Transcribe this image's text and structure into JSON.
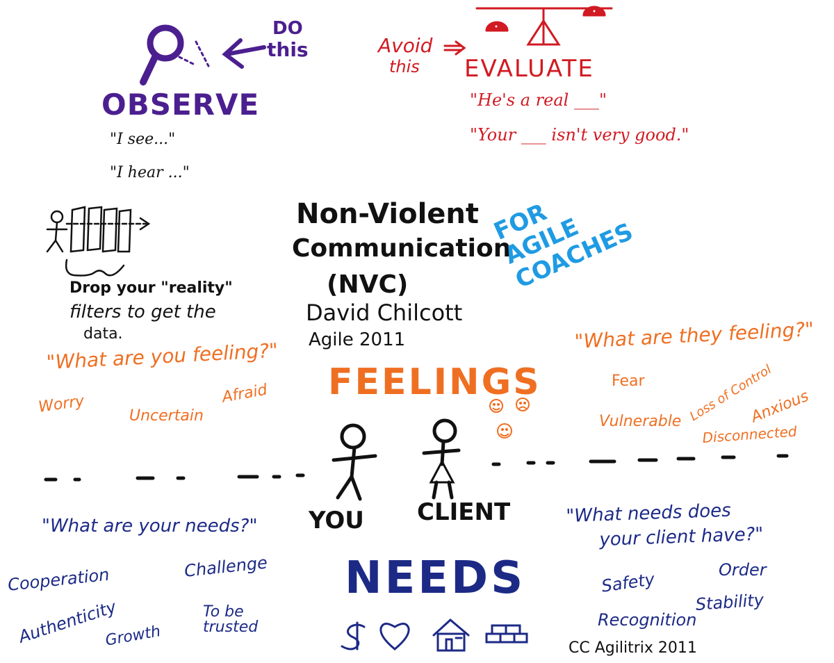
{
  "observe": {
    "heading": "OBSERVE",
    "pointer": [
      "DO",
      "this"
    ],
    "phrases": [
      "\"I see...\"",
      "\"I hear ...\""
    ],
    "icon": "magnifying-glass-icon"
  },
  "evaluate": {
    "heading": "EVALUATE",
    "pointer": [
      "Avoid",
      "this"
    ],
    "phrases": [
      "\"He's a real ___\"",
      "\"Your ___ isn't very good.\""
    ],
    "icon": "balance-scale-icon"
  },
  "filters": {
    "note": [
      "Drop your \"reality\"",
      "filters to get the",
      "data."
    ],
    "icon": "stick-figure-filters-icon"
  },
  "title": {
    "lines": [
      "Non-Violent",
      "Communication",
      "(NVC)"
    ],
    "author": "David Chilcott",
    "event": "Agile 2011"
  },
  "audience": [
    "FOR",
    "AGILE",
    "COACHES"
  ],
  "feelings": {
    "heading": "FEELINGS",
    "you_question": "\"What are you feeling?\"",
    "you_words": [
      "Worry",
      "Uncertain",
      "Afraid"
    ],
    "they_question": "\"What are they feeling?\"",
    "they_words": [
      "Fear",
      "Loss of Control",
      "Vulnerable",
      "Anxious",
      "Disconnected"
    ],
    "icon": "emotion-faces-icon"
  },
  "people": {
    "you": "YOU",
    "client": "CLIENT"
  },
  "needs": {
    "heading": "NEEDS",
    "you_question": "\"What are your needs?\"",
    "you_words": [
      "Cooperation",
      "Authenticity",
      "Growth",
      "Challenge",
      "To be trusted"
    ],
    "client_question": [
      "\"What needs does",
      "your client have?\""
    ],
    "client_words": [
      "Safety",
      "Order",
      "Stability",
      "Recognition"
    ],
    "icons": [
      "dollar-icon",
      "heart-icon",
      "house-icon",
      "bricks-icon"
    ]
  },
  "credit": "CC Agilitrix 2011",
  "colors": {
    "observe": "#4b1f8f",
    "evaluate": "#d11a22",
    "title": "#111111",
    "audience": "#1f9be3",
    "feelings": "#ef6f22",
    "needs": "#1c2a86"
  }
}
